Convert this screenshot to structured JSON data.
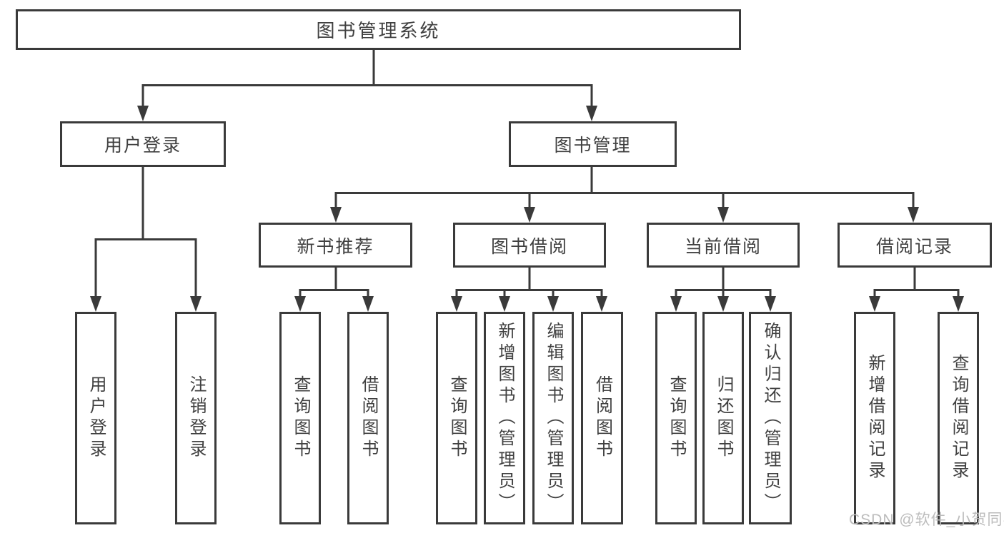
{
  "diagram": {
    "type": "hierarchy-tree",
    "colors": {
      "line": "#3a3a3a",
      "box_border": "#3a3a3a",
      "box_background": "#ffffff",
      "text": "#404040",
      "page_background": "#ffffff"
    },
    "tree": {
      "label": "图书管理系统",
      "children": [
        {
          "label": "用户登录",
          "children": [
            {
              "label": "用户登录"
            },
            {
              "label": "注销登录"
            }
          ]
        },
        {
          "label": "图书管理",
          "children": [
            {
              "label": "新书推荐",
              "children": [
                {
                  "label": "查询图书"
                },
                {
                  "label": "借阅图书"
                }
              ]
            },
            {
              "label": "图书借阅",
              "children": [
                {
                  "label": "查询图书"
                },
                {
                  "label": "新增图书（管理员）"
                },
                {
                  "label": "编辑图书（管理员）"
                },
                {
                  "label": "借阅图书"
                }
              ]
            },
            {
              "label": "当前借阅",
              "children": [
                {
                  "label": "查询图书"
                },
                {
                  "label": "归还图书"
                },
                {
                  "label": "确认归还（管理员）"
                }
              ]
            },
            {
              "label": "借阅记录",
              "children": [
                {
                  "label": "新增借阅记录"
                },
                {
                  "label": "查询借阅记录"
                }
              ]
            }
          ]
        }
      ]
    }
  },
  "watermark": {
    "text": "CSDN @软件_小贺同学",
    "color": "#bcbcbc"
  }
}
